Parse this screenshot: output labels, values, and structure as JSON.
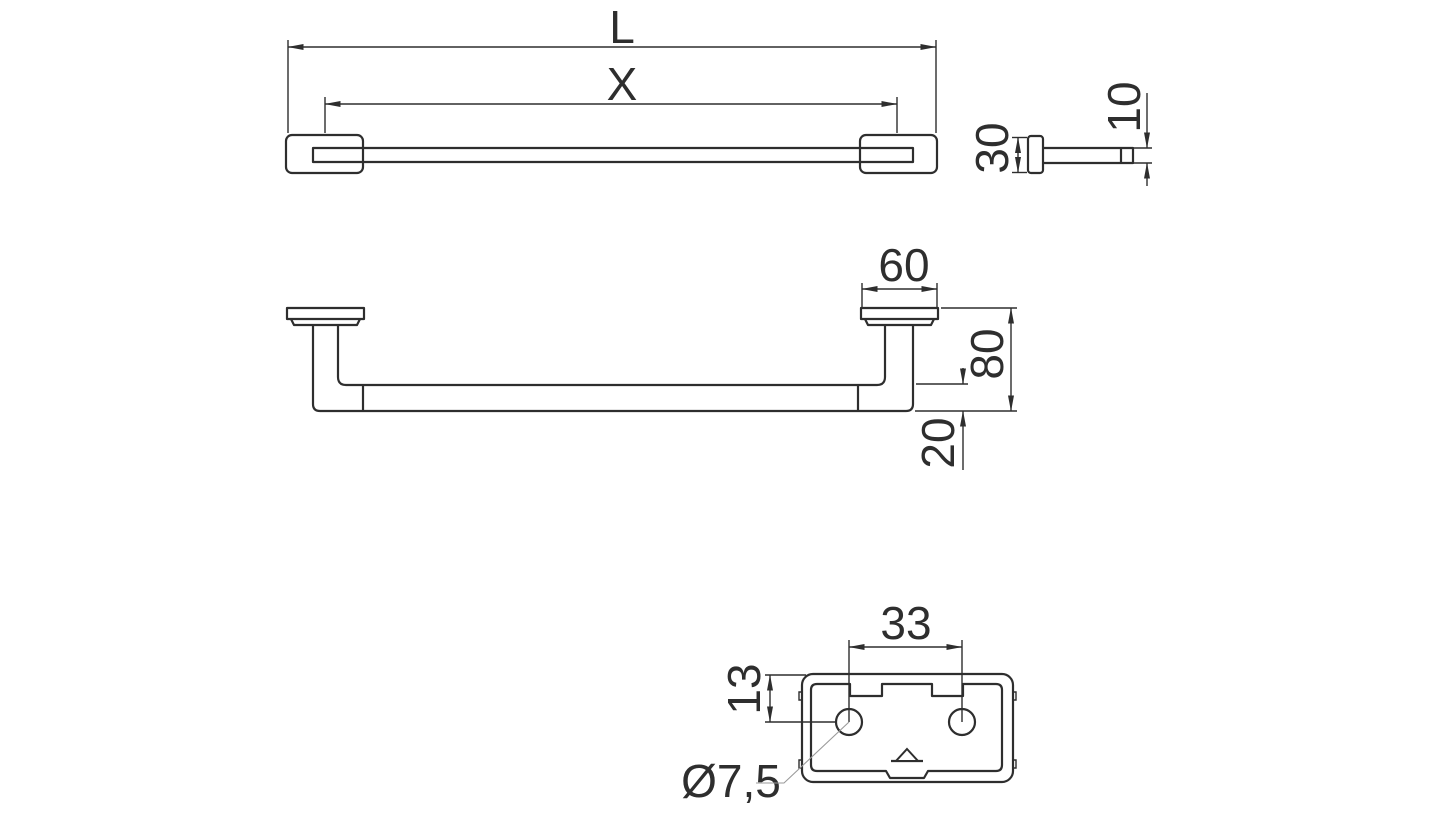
{
  "title": "towel-bar-technical-drawing",
  "colors": {
    "background": "#ffffff",
    "line": "#2e2e2e",
    "leader": "#9a9a9a"
  },
  "views": {
    "top": {
      "overall_length_label": "L",
      "hole_spacing_label": "X"
    },
    "side_profile": {
      "plate_height_label": "30",
      "bar_thickness_label": "10"
    },
    "front": {
      "plate_width_label": "60",
      "overall_height_label": "80",
      "bar_depth_label": "20"
    },
    "plate_face": {
      "hole_spacing_label": "33",
      "hole_offset_label": "13",
      "hole_diameter_label": "Ø7,5"
    }
  }
}
